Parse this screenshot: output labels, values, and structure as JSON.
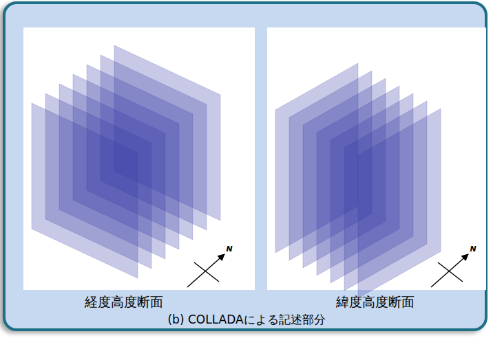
{
  "diagram": {
    "caption": "(b) COLLADAによる記述部分",
    "labels": [
      "経度高度断面",
      "緯度高度断面",
      "N",
      "N"
    ]
  }
}
